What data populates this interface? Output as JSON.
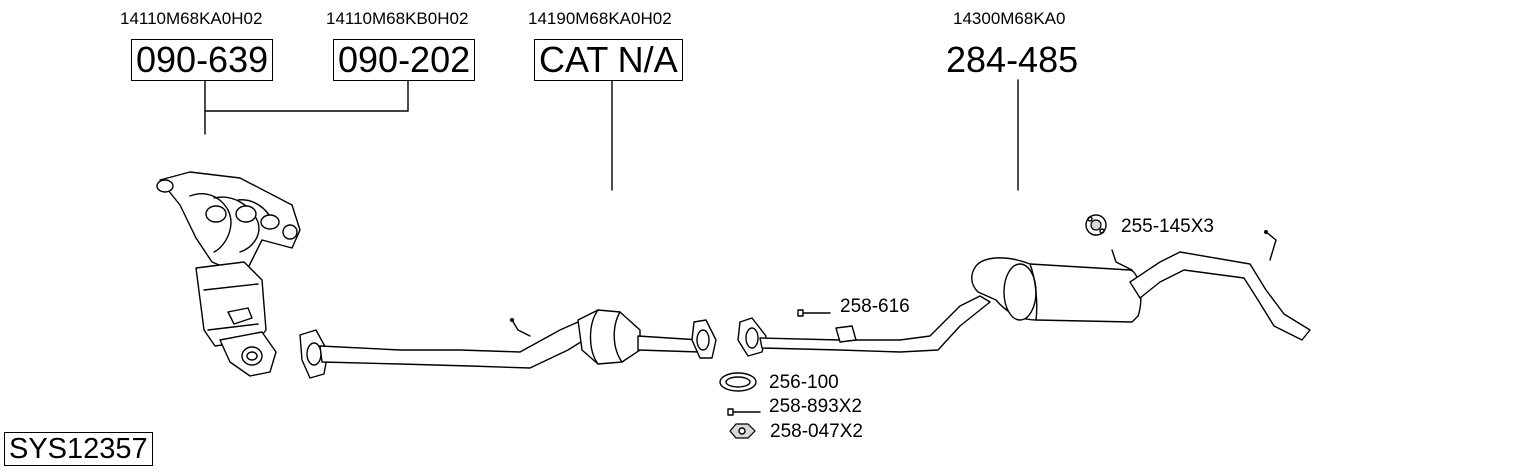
{
  "diagram": {
    "system_code": "SYS12357",
    "oem_numbers": {
      "manifold_1": "14110M68KA0H02",
      "manifold_2": "14110M68KB0H02",
      "catalyst": "14190M68KA0H02",
      "rear_silencer": "14300M68KA0"
    },
    "parts": {
      "manifold_1": "090-639",
      "manifold_2": "090-202",
      "catalyst": "CAT N/A",
      "rear_silencer": "284-485"
    },
    "fittings": {
      "rubber_mount": "255-145X3",
      "bolt_front": "258-616",
      "gasket": "256-100",
      "bolt": "258-893X2",
      "nut": "258-047X2"
    }
  }
}
